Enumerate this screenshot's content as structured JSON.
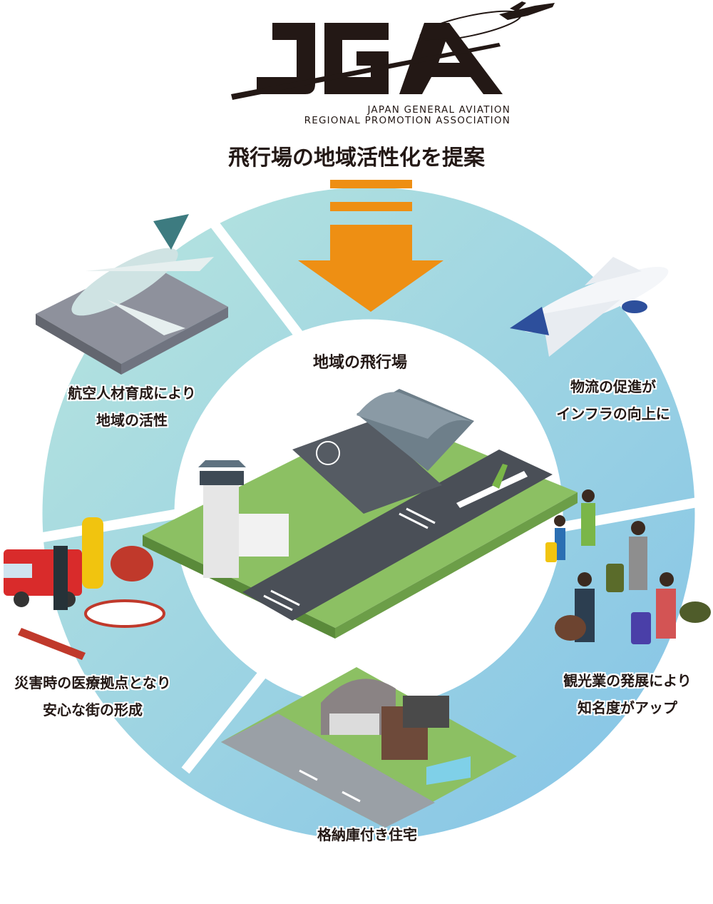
{
  "logo": {
    "mark": "JGA",
    "line1": "JAPAN GENERAL AVIATION",
    "line2": "REGIONAL PROMOTION ASSOCIATION"
  },
  "headline": "飛行場の地域活性化を提案",
  "center": {
    "title": "地域の飛行場"
  },
  "items": [
    {
      "line1": "航空人材育成により",
      "line2": "地域の活性"
    },
    {
      "line1": "物流の促進が",
      "line2": "インフラの向上に"
    },
    {
      "line1": "災害時の医療拠点となり",
      "line2": "安心な街の形成"
    },
    {
      "line1": "観光業の発展により",
      "line2": "知名度がアップ"
    },
    {
      "line1": "格納庫付き住宅",
      "line2": ""
    }
  ],
  "colors": {
    "ring": "#a9dde0",
    "ring_dark": "#8dcbe5",
    "arrow": "#ee8f13",
    "text": "#231815"
  }
}
